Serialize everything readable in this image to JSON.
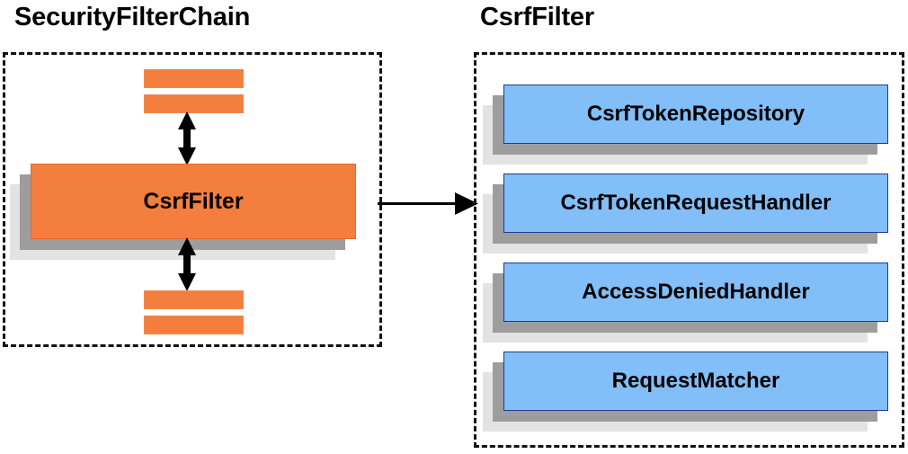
{
  "diagram": {
    "type": "architecture-block-diagram",
    "background_color": "#ffffff",
    "palette": {
      "orange_fill": "#f47e3e",
      "orange_border": "#e06a2c",
      "blue_fill": "#82bef7",
      "blue_border": "#1f3a93",
      "shadow_mid": "#9d9d9d",
      "shadow_back": "#e3e3e3",
      "dashed_border": "#111111",
      "text_color": "#000000"
    }
  },
  "left_panel": {
    "title": "SecurityFilterChain",
    "container_style": "dashed",
    "top_filters": [
      {
        "label": "",
        "name": "filter-bar-top-1"
      },
      {
        "label": "",
        "name": "filter-bar-top-2"
      }
    ],
    "main_component": {
      "label": "CsrfFilter",
      "fill": "#f47e3e",
      "shape": "stacked-card"
    },
    "bottom_filters": [
      {
        "label": "",
        "name": "filter-bar-bottom-1"
      },
      {
        "label": "",
        "name": "filter-bar-bottom-2"
      }
    ],
    "connectors": [
      {
        "name": "top-bidirectional-arrow",
        "direction": "both",
        "orientation": "vertical"
      },
      {
        "name": "bottom-bidirectional-arrow",
        "direction": "both",
        "orientation": "vertical"
      }
    ]
  },
  "connector": {
    "name": "left-to-right-arrow",
    "direction": "right",
    "orientation": "horizontal",
    "label": ""
  },
  "right_panel": {
    "title": "CsrfFilter",
    "container_style": "dashed",
    "components": [
      {
        "label": "CsrfTokenRepository",
        "fill": "#82bef7"
      },
      {
        "label": "CsrfTokenRequestHandler",
        "fill": "#82bef7"
      },
      {
        "label": "AccessDeniedHandler",
        "fill": "#82bef7"
      },
      {
        "label": "RequestMatcher",
        "fill": "#82bef7"
      }
    ]
  }
}
